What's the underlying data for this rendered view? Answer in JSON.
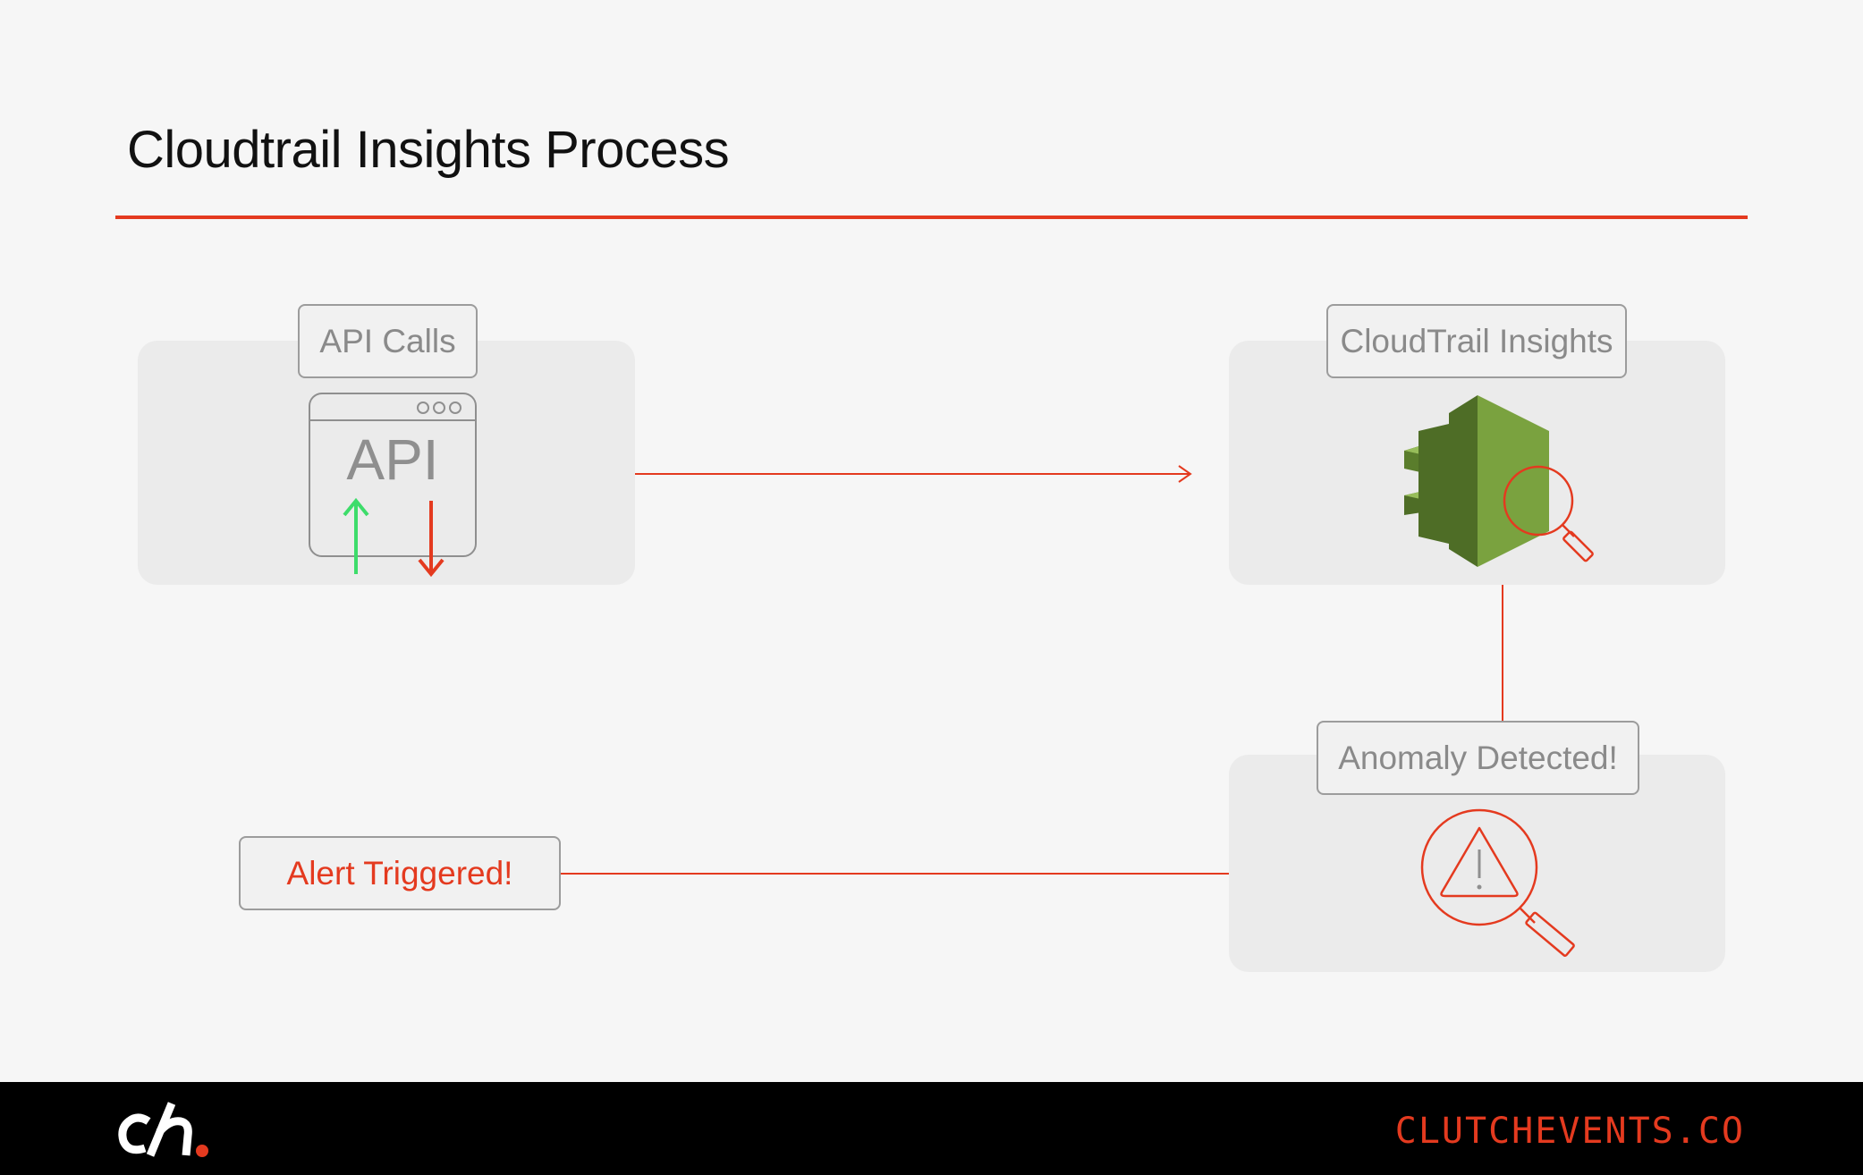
{
  "title": "Cloudtrail Insights Process",
  "nodes": {
    "api_calls": {
      "label": "API Calls",
      "window_text": "API"
    },
    "cloudtrail_insights": {
      "label": "CloudTrail Insights"
    },
    "anomaly_detected": {
      "label": "Anomaly Detected!"
    },
    "alert_triggered": {
      "label": "Alert Triggered!"
    }
  },
  "footer": {
    "url": "CLUTCHEVENTS.CO",
    "logo_text": "ch"
  },
  "colors": {
    "accent": "#e43a1f",
    "panel": "#ebebeb",
    "background": "#f6f6f6",
    "up_arrow": "#3ddc6a",
    "aws_green": "#7aa23f",
    "aws_green_dark": "#4e6d26"
  },
  "icons": {
    "api_window": "browser-window-icon",
    "cloudtrail": "aws-cloudtrail-icon",
    "anomaly": "warning-magnifier-icon",
    "logo": "clutch-logo-icon"
  }
}
